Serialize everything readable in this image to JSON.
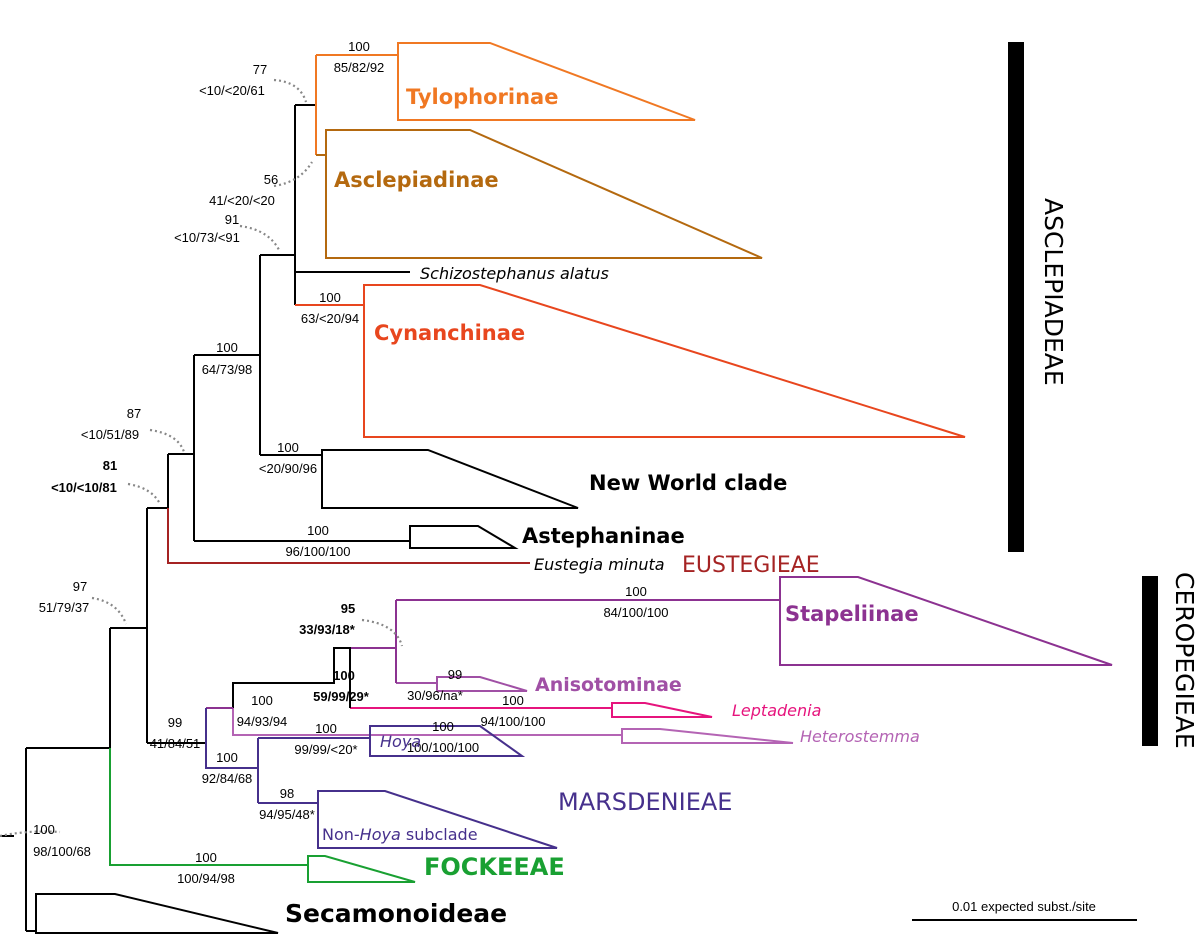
{
  "colors": {
    "black": "#000000",
    "tylophorinae": "#f07823",
    "asclepiadinae": "#b4690f",
    "cynanchinae": "#e8461e",
    "eustegieae": "#a52323",
    "stapeliinae": "#8c3291",
    "anisotominae": "#a050a5",
    "leptadenia": "#e6147d",
    "heterostemma": "#b464b4",
    "marsdenieae": "#46308c",
    "fockeeae": "#19a032"
  },
  "clades": {
    "tylophorinae": "Tylophorinae",
    "asclepiadinae": "Asclepiadinae",
    "cynanchinae": "Cynanchinae",
    "new_world": "New World clade",
    "astephaninae": "Astephaninae",
    "stapeliinae": "Stapeliinae",
    "anisotominae": "Anisotominae",
    "secamonoideae": "Secamonoideae",
    "non_hoya_prefix": "Non-",
    "non_hoya_genus": "Hoya",
    "non_hoya_suffix": " subclade"
  },
  "taxa": {
    "schizostephanus": "Schizostephanus alatus",
    "eustegia": "Eustegia minuta",
    "leptadenia": "Leptadenia",
    "heterostemma": "Heterostemma",
    "hoya": "Hoya"
  },
  "tribes": {
    "asclepiadeae": "ASCLEPIADEAE",
    "ceropegieae": "CEROPEGIEAE",
    "eustegieae": "EUSTEGIEAE",
    "marsdenieae": "MARSDENIEAE",
    "fockeeae": "FOCKEEAE"
  },
  "support": {
    "tylophorinae_top": "100",
    "tylophorinae_bottom": "85/82/92",
    "node77_top": "77",
    "node77_bottom": "<10/<20/61",
    "node56_top": "56",
    "node56_bottom": "41/<20/<20",
    "node91_top": "91",
    "node91_bottom": "<10/73/<91",
    "cynanchinae_top": "100",
    "cynanchinae_bottom": "63/<20/94",
    "core_top": "100",
    "core_bottom": "64/73/98",
    "newworld_top": "100",
    "newworld_bottom": "<20/90/96",
    "node87_top": "87",
    "node87_bottom": "<10/51/89",
    "node81_top": "81",
    "node81_bottom": "<10/<10/81",
    "astephaninae_top": "100",
    "astephaninae_bottom": "96/100/100",
    "node97_top": "97",
    "node97_bottom": "51/79/37",
    "stapeliinae_top": "100",
    "stapeliinae_bottom": "84/100/100",
    "node95_top": "95",
    "node95_bottom": "33/93/18*",
    "anisotominae_top": "99",
    "anisotominae_bottom": "30/96/na*",
    "leptadenia_top": "100",
    "leptadenia_bottom": "94/100/100",
    "ceropegieae_core_top": "100",
    "ceropegieae_core_bottom": "59/99/29*",
    "heterostemma_top": "100",
    "heterostemma_bottom": "100/100/100",
    "ceropegieae_top": "100",
    "ceropegieae_bottom": "94/93/94",
    "node99_top": "99",
    "node99_bottom": "41/84/51",
    "hoya_top": "100",
    "hoya_bottom": "99/99/<20*",
    "marsdenieae_top": "100",
    "marsdenieae_bottom": "92/84/68",
    "nonhoya_top": "98",
    "nonhoya_bottom": "94/95/48*",
    "root_top": "100",
    "root_bottom": "98/100/68",
    "fockeeae_top": "100",
    "fockeeae_bottom": "100/94/98"
  },
  "scale": {
    "label": "0.01 expected subst./site"
  }
}
